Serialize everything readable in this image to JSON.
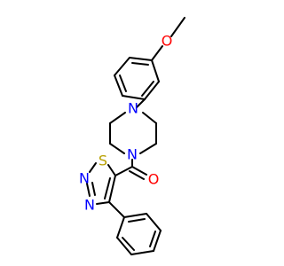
{
  "molecule": {
    "atoms": {
      "methoxy_o": {
        "label": "O",
        "color": "#ff0000"
      },
      "carbonyl_o": {
        "label": "O",
        "color": "#ff0000"
      },
      "pip_n_top": {
        "label": "N",
        "color": "#0000ff"
      },
      "pip_n_bottom": {
        "label": "N",
        "color": "#0000ff"
      },
      "thiadiazole_s": {
        "label": "S",
        "color": "#b8a000"
      },
      "thiadiazole_n_top": {
        "label": "N",
        "color": "#0000ff"
      },
      "thiadiazole_n_bottom": {
        "label": "N",
        "color": "#0000ff"
      }
    }
  }
}
